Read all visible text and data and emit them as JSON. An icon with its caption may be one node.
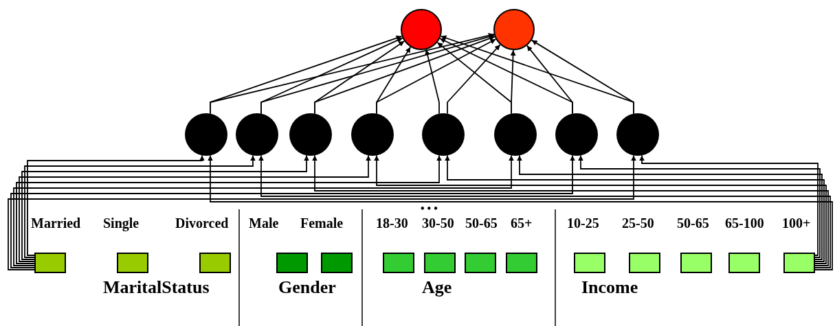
{
  "diagram": {
    "nodes": [
      {
        "text": [],
        "shape": "circle"
      },
      {
        "text": [],
        "shape": "circle"
      },
      {
        "text": [],
        "shape": "circle"
      },
      {
        "text": [],
        "shape": "circle"
      },
      {
        "text": [],
        "shape": "circle"
      },
      {
        "text": [],
        "shape": "circle"
      },
      {
        "text": [],
        "shape": "circle"
      },
      {
        "text": [],
        "shape": "circle"
      },
      {
        "text": [],
        "shape": "circle"
      },
      {
        "text": [],
        "shape": "circle"
      },
      {
        "text": [
          "Married"
        ]
      },
      {
        "text": [
          "Single"
        ]
      },
      {
        "text": [
          "Divorced"
        ]
      },
      {
        "text": [
          "Male"
        ]
      },
      {
        "text": [
          "Female"
        ]
      },
      {
        "text": [
          "18-30"
        ]
      },
      {
        "text": [
          "30-50"
        ]
      },
      {
        "text": [
          "50-65"
        ]
      },
      {
        "text": [
          "65+"
        ]
      },
      {
        "text": [
          "10-25"
        ]
      },
      {
        "text": [
          "25-50"
        ]
      },
      {
        "text": [
          "50-65"
        ]
      },
      {
        "text": [
          "65-100"
        ]
      },
      {
        "text": [
          "100+"
        ]
      }
    ],
    "edges": [
      {
        "from": 10,
        "to": 2,
        "arrow": "to"
      },
      {
        "from": 10,
        "to": 3,
        "arrow": "to"
      },
      {
        "from": 10,
        "to": 4,
        "arrow": "to"
      },
      {
        "from": 10,
        "to": 5,
        "arrow": "to"
      },
      {
        "from": 10,
        "to": 6,
        "arrow": "to"
      },
      {
        "from": 10,
        "to": 7,
        "arrow": "to"
      },
      {
        "from": 10,
        "to": 8,
        "arrow": "to"
      },
      {
        "from": 10,
        "to": 9,
        "arrow": "to"
      },
      {
        "from": 23,
        "to": 2,
        "arrow": "to"
      },
      {
        "from": 23,
        "to": 3,
        "arrow": "to"
      },
      {
        "from": 23,
        "to": 4,
        "arrow": "to"
      },
      {
        "from": 23,
        "to": 5,
        "arrow": "to"
      },
      {
        "from": 23,
        "to": 6,
        "arrow": "to"
      },
      {
        "from": 23,
        "to": 7,
        "arrow": "to"
      },
      {
        "from": 23,
        "to": 8,
        "arrow": "to"
      },
      {
        "from": 23,
        "to": 9,
        "arrow": "to"
      },
      {
        "from": 2,
        "to": 0,
        "arrow": "to"
      },
      {
        "from": 2,
        "to": 1,
        "arrow": "to"
      },
      {
        "from": 3,
        "to": 0,
        "arrow": "to"
      },
      {
        "from": 3,
        "to": 1,
        "arrow": "to"
      },
      {
        "from": 4,
        "to": 0,
        "arrow": "to"
      },
      {
        "from": 4,
        "to": 1,
        "arrow": "to"
      },
      {
        "from": 5,
        "to": 0,
        "arrow": "to"
      },
      {
        "from": 5,
        "to": 1,
        "arrow": "to"
      },
      {
        "from": 6,
        "to": 0,
        "arrow": "to"
      },
      {
        "from": 6,
        "to": 1,
        "arrow": "to"
      },
      {
        "from": 7,
        "to": 0,
        "arrow": "to"
      },
      {
        "from": 7,
        "to": 1,
        "arrow": "to"
      },
      {
        "from": 8,
        "to": 0,
        "arrow": "to"
      },
      {
        "from": 8,
        "to": 1,
        "arrow": "to"
      },
      {
        "from": 9,
        "to": 0,
        "arrow": "to"
      },
      {
        "from": 9,
        "to": 1,
        "arrow": "to"
      }
    ],
    "labels": [
      "• • •",
      "MaritalStatus",
      "Gender",
      "Age",
      "Income"
    ]
  }
}
